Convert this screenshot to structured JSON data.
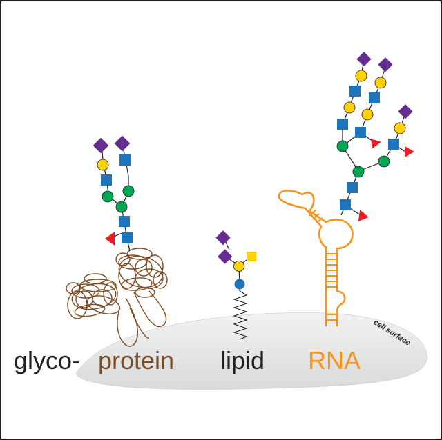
{
  "labels": {
    "glyco": "glyco-",
    "protein": "protein",
    "lipid": "lipid",
    "rna": "RNA",
    "cell_surface": "cell surface"
  },
  "colors": {
    "border": "#231f20",
    "text": "#231f20",
    "protein": "#7b4a21",
    "rna": "#f7941d",
    "membrane": "#e6e7e8",
    "glcnac_square": "#1f75bc",
    "mannose_circle": "#00a651",
    "galactose_circle": "#ffd200",
    "sialic_acid_diamond": "#662d91",
    "fucose_triangle": "#ed1c24",
    "glucose_circle": "#1f75bc",
    "linker": "#231f20"
  }
}
